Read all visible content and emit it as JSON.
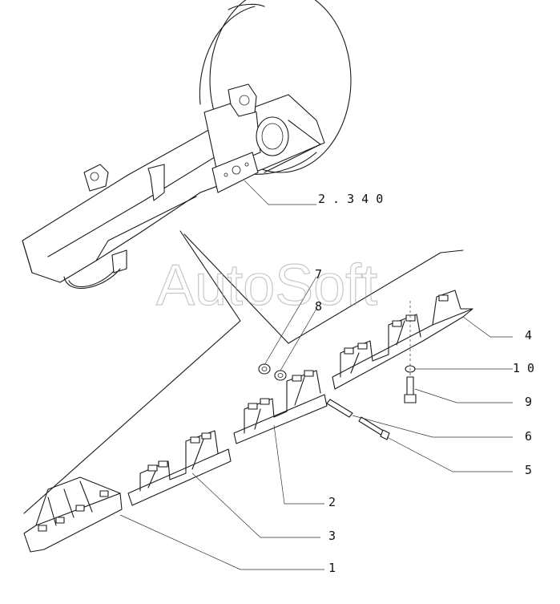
{
  "watermark": "AutoSoft",
  "callouts": [
    {
      "id": "ref",
      "text": "2 . 3 4 0"
    },
    {
      "id": "c7",
      "text": "7"
    },
    {
      "id": "c8",
      "text": "8"
    },
    {
      "id": "c4",
      "text": "4"
    },
    {
      "id": "c10",
      "text": "1 0"
    },
    {
      "id": "c9",
      "text": "9"
    },
    {
      "id": "c6",
      "text": "6"
    },
    {
      "id": "c5",
      "text": "5"
    },
    {
      "id": "c2",
      "text": "2"
    },
    {
      "id": "c3",
      "text": "3"
    },
    {
      "id": "c1",
      "text": "1"
    }
  ]
}
